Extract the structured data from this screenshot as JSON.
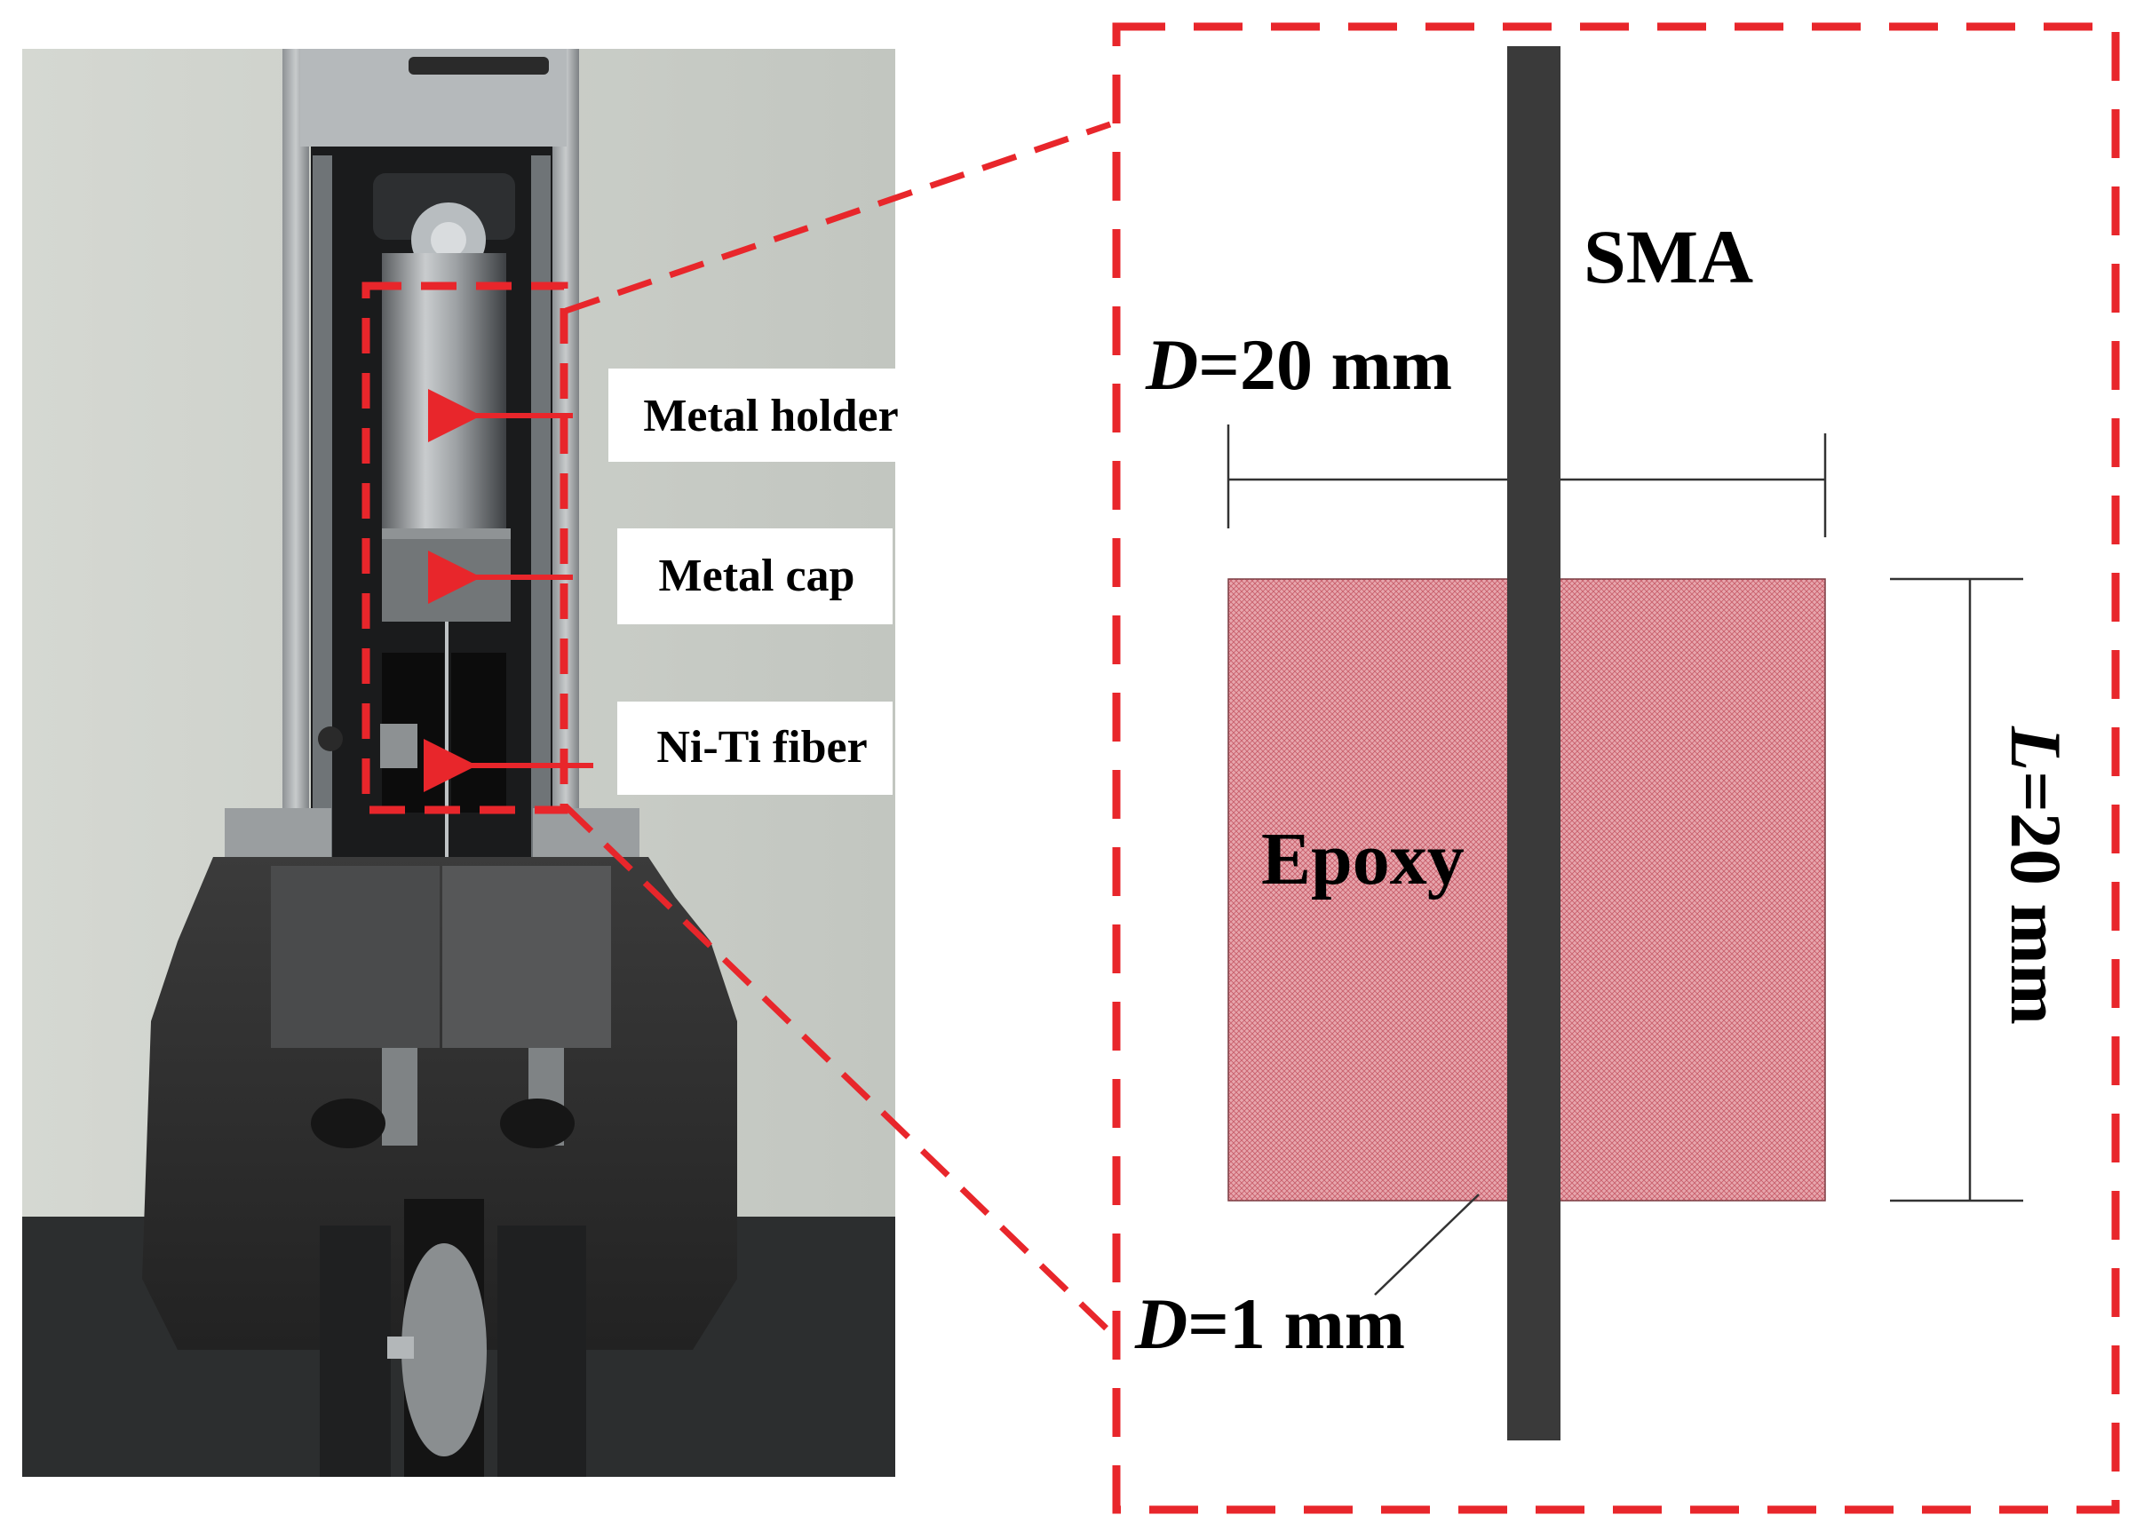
{
  "photo": {
    "callouts": {
      "metal_holder": "Metal holder",
      "metal_cap": "Metal cap",
      "fiber": "Ni-Ti fiber"
    }
  },
  "schematic": {
    "sma_label": "SMA",
    "epoxy_label": "Epoxy",
    "block_width": {
      "symbol": "D",
      "value": "=20 mm"
    },
    "block_length": {
      "symbol": "L",
      "value": "=20 mm"
    },
    "fiber_diameter": {
      "symbol": "D",
      "value": "=1 mm"
    }
  },
  "colors": {
    "dashed_frame": "#e8262b",
    "arrow": "#e8262b",
    "epoxy_fill": "#e8a0a8",
    "epoxy_hatch": "#c45a66",
    "sma_rod": "#3a3a3a",
    "dimension_line": "#333333"
  }
}
